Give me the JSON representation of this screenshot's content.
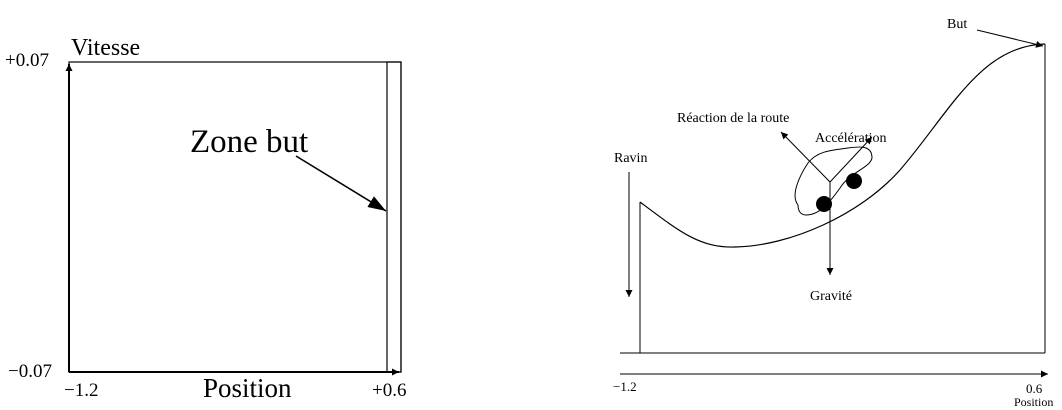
{
  "left_diagram": {
    "y_axis_label": "Vitesse",
    "y_max_label": "+0.07",
    "y_min_label": "−0.07",
    "x_axis_label": "Position",
    "x_min_label": "−1.2",
    "x_max_label": "+0.6",
    "zone_label": "Zone but"
  },
  "right_diagram": {
    "goal_label": "But",
    "ravine_label": "Ravin",
    "road_reaction_label": "Réaction de la route",
    "acceleration_label": "Accélération",
    "gravity_label": "Gravité",
    "x_min_label": "−1.2",
    "x_max_label": "0.6",
    "x_axis_label": "Position"
  }
}
